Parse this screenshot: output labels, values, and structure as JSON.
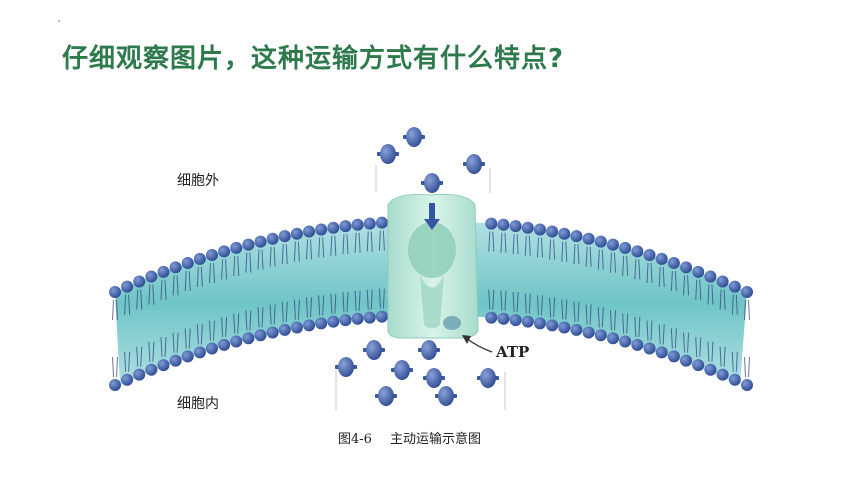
{
  "title": "仔细观察图片，这种运输方式有什么特点?",
  "diagram": {
    "outside_label": "细胞外",
    "inside_label": "细胞内",
    "atp_label": "ATP",
    "caption_number": "图4-6",
    "caption_text": "主动运输示意图"
  },
  "colors": {
    "title": "#2e7a4c",
    "membrane": "#6fc7c9",
    "phospholipid_head": "#3f5fa8",
    "carrier_protein": "#bfeadf",
    "molecule": "#3e5ea6"
  }
}
